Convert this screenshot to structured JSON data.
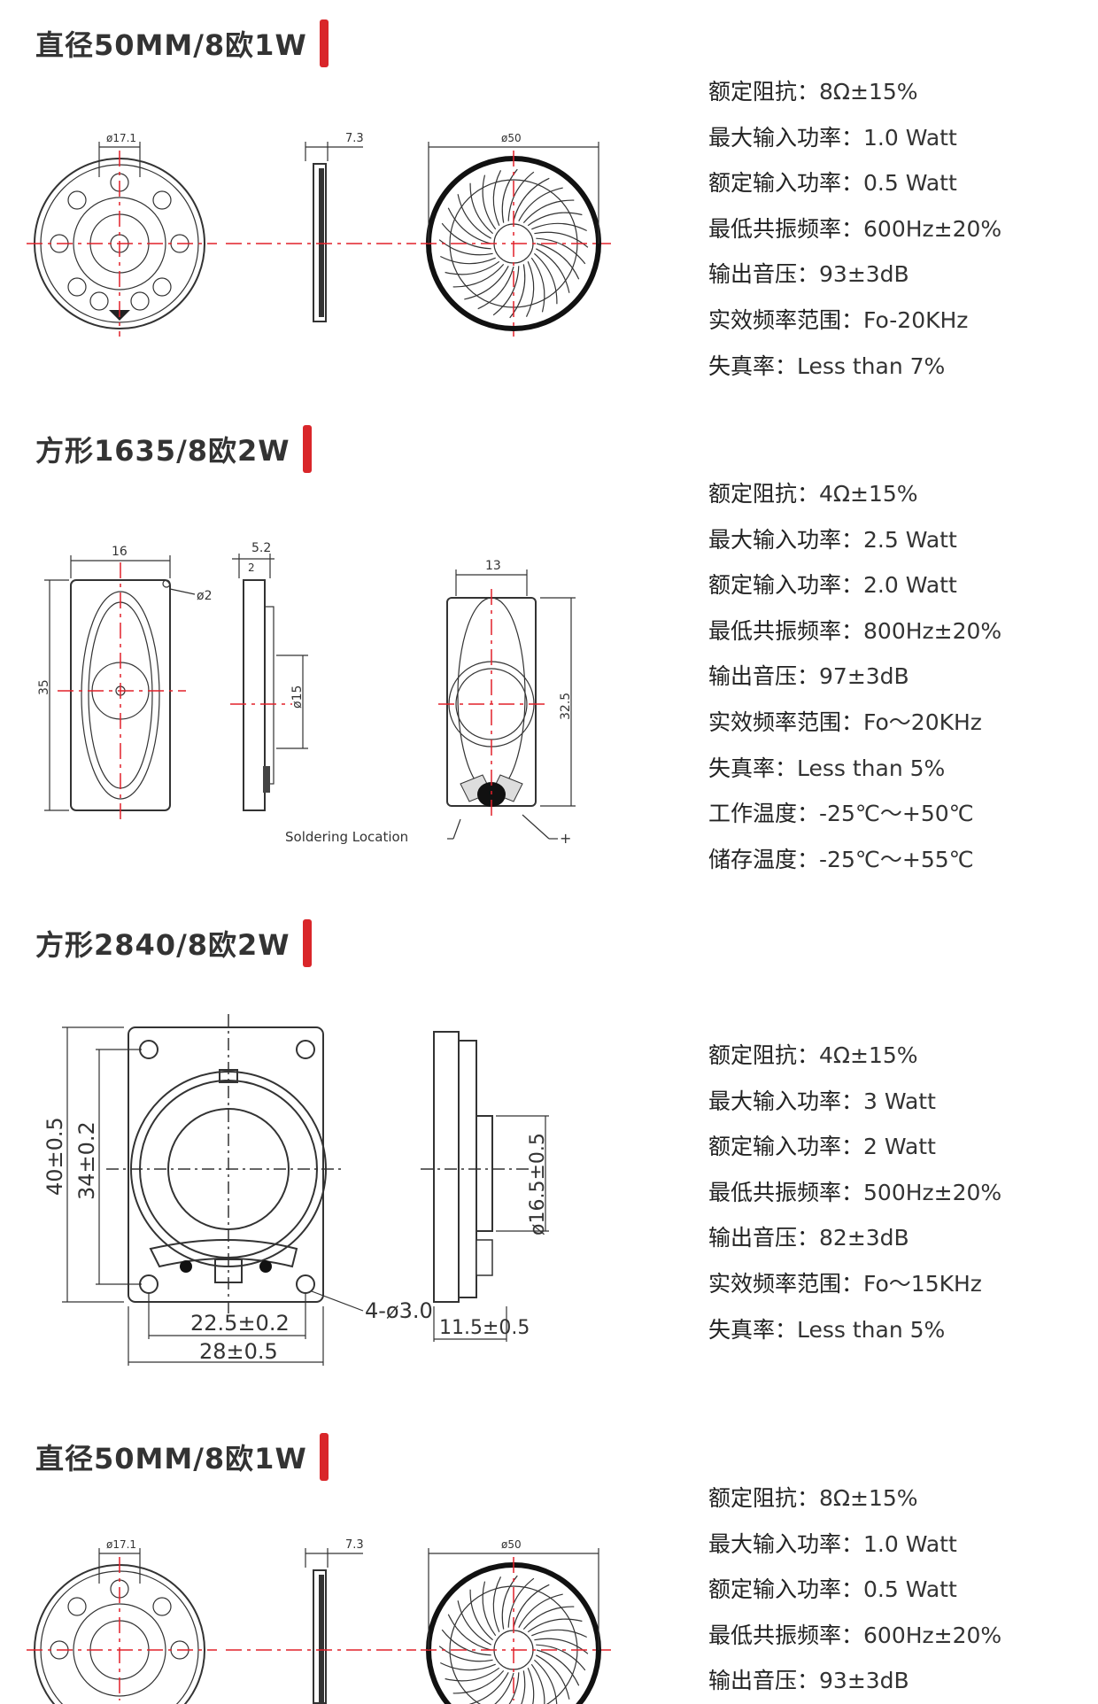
{
  "sections": [
    {
      "title": "直径50MM/8欧1W",
      "dims": {
        "d1": "ø17.1",
        "d2": "7.3",
        "d3": "ø50"
      },
      "specs": [
        {
          "label": "额定阻抗：",
          "value": "8Ω±15%"
        },
        {
          "label": "最大输入功率：",
          "value": "1.0 Watt"
        },
        {
          "label": "额定输入功率：",
          "value": "0.5 Watt"
        },
        {
          "label": "最低共振频率：",
          "value": "600Hz±20%"
        },
        {
          "label": "输出音压：",
          "value": "93±3dB"
        },
        {
          "label": "实效频率范围：",
          "value": "Fo-20KHz"
        },
        {
          "label": "失真率：",
          "value": "Less than 7%"
        }
      ]
    },
    {
      "title": "方形1635/8欧2W",
      "dims": {
        "w": "16",
        "d": "5.2",
        "d2": "2",
        "hole": "ø2",
        "h": "35",
        "cone": "ø15",
        "w2": "13",
        "h2": "32.5",
        "solder": "Soldering Location",
        "plus": "+"
      },
      "specs": [
        {
          "label": "额定阻抗：",
          "value": "4Ω±15%"
        },
        {
          "label": "最大输入功率：",
          "value": "2.5 Watt"
        },
        {
          "label": "额定输入功率：",
          "value": "2.0 Watt"
        },
        {
          "label": "最低共振频率：",
          "value": "800Hz±20%"
        },
        {
          "label": "输出音压：",
          "value": "97±3dB"
        },
        {
          "label": "实效频率范围：",
          "value": "Fo～20KHz"
        },
        {
          "label": "失真率：",
          "value": "Less than 5%"
        },
        {
          "label": "工作温度：",
          "value": "-25℃～+50℃"
        },
        {
          "label": "储存温度：",
          "value": "-25℃～+55℃"
        }
      ]
    },
    {
      "title": "方形2840/8欧2W",
      "dims": {
        "h": "40±0.5",
        "h2": "34±0.2",
        "w2": "22.5±0.2",
        "w": "28±0.5",
        "holes": "4-ø3.0",
        "cone": "ø16.5±0.5",
        "depth": "11.5±0.5"
      },
      "specs": [
        {
          "label": "额定阻抗：",
          "value": "4Ω±15%"
        },
        {
          "label": "最大输入功率：",
          "value": "3 Watt"
        },
        {
          "label": "额定输入功率：",
          "value": "2 Watt"
        },
        {
          "label": "最低共振频率：",
          "value": "500Hz±20%"
        },
        {
          "label": "输出音压：",
          "value": "82±3dB"
        },
        {
          "label": "实效频率范围：",
          "value": "Fo～15KHz"
        },
        {
          "label": "失真率：",
          "value": "Less than 5%"
        }
      ]
    },
    {
      "title": "直径50MM/8欧1W",
      "dims": {
        "d1": "ø17.1",
        "d2": "7.3",
        "d3": "ø50"
      },
      "specs": [
        {
          "label": "额定阻抗：",
          "value": "8Ω±15%"
        },
        {
          "label": "最大输入功率：",
          "value": "1.0 Watt"
        },
        {
          "label": "额定输入功率：",
          "value": "0.5 Watt"
        },
        {
          "label": "最低共振频率：",
          "value": "600Hz±20%"
        },
        {
          "label": "输出音压：",
          "value": "93±3dB"
        }
      ]
    }
  ]
}
